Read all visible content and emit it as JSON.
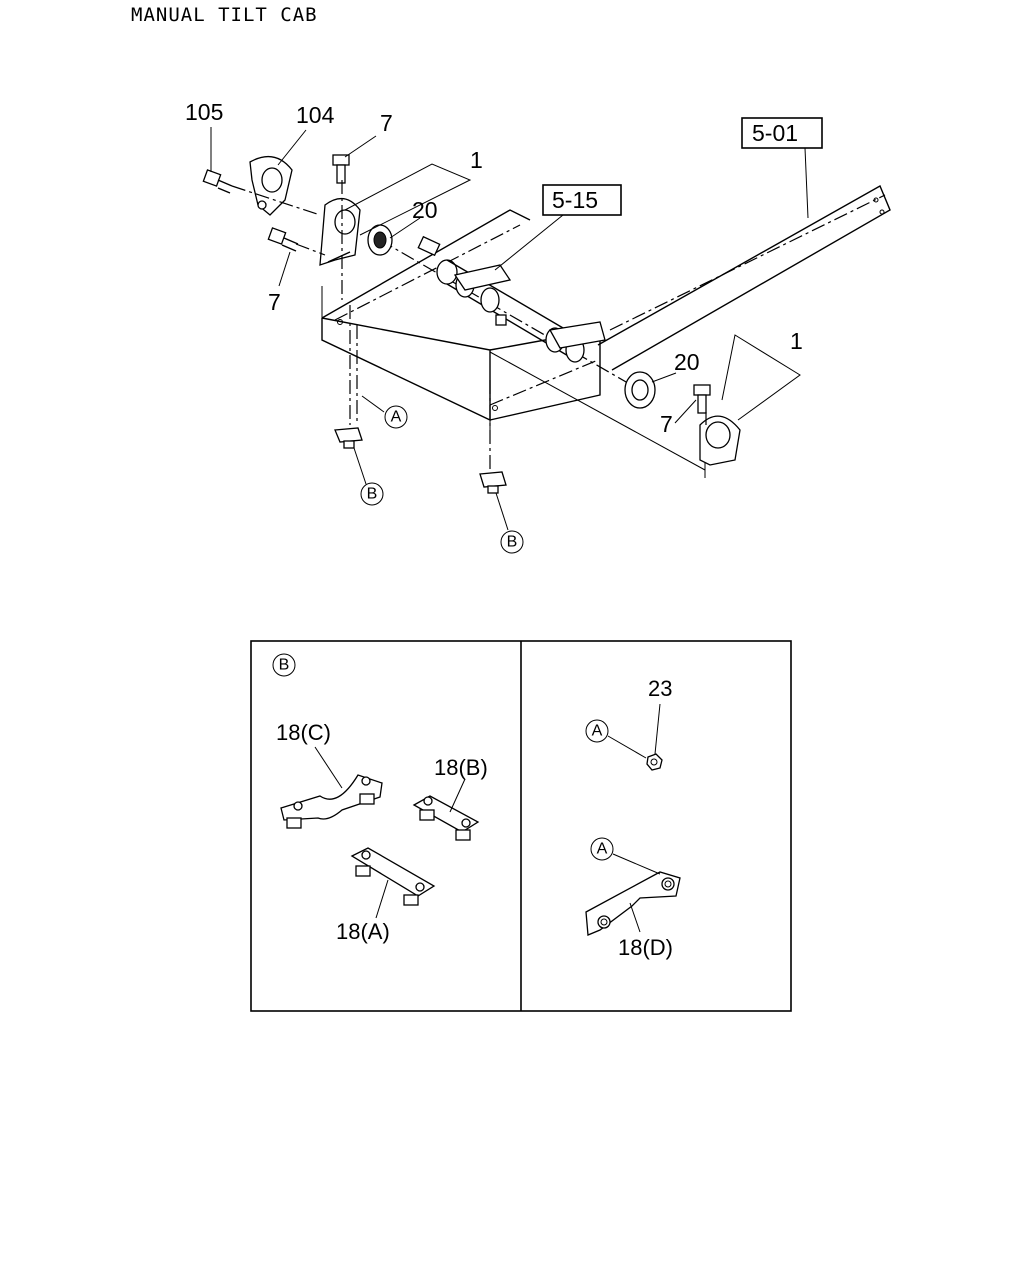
{
  "title": "MANUAL TILT CAB",
  "refs": {
    "ref_5_01": "5-01",
    "ref_5_15": "5-15"
  },
  "callouts": {
    "c105": "105",
    "c104": "104",
    "c7_top": "7",
    "c1_top": "1",
    "c20_top": "20",
    "c7_left": "7",
    "c20_right": "20",
    "c1_right": "1",
    "c7_right": "7",
    "c23": "23",
    "c18c": "18(C)",
    "c18b": "18(B)",
    "c18a": "18(A)",
    "c18d": "18(D)"
  },
  "markers": {
    "a_main": "A",
    "b_left": "B",
    "b_right": "B",
    "b_panel": "B",
    "a_panel_top": "A",
    "a_panel_bottom": "A"
  }
}
